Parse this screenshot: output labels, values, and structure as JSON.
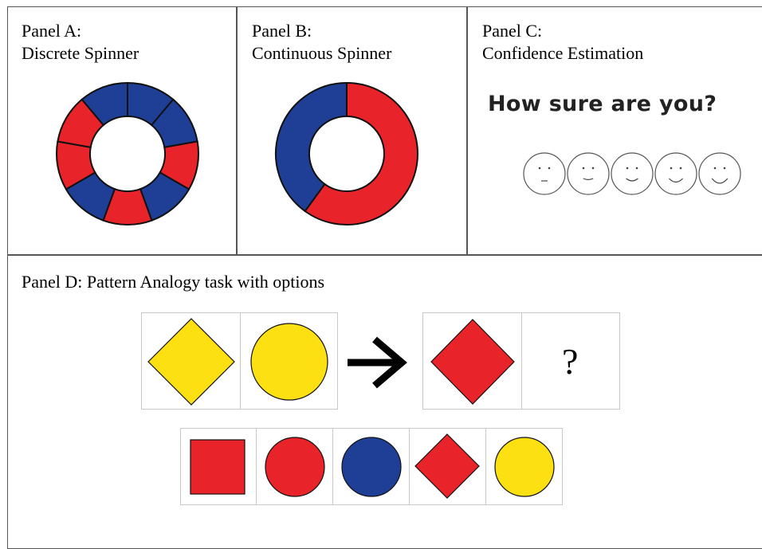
{
  "colors": {
    "red": "#e8232a",
    "blue": "#1f3f96",
    "yellow": "#fde012",
    "outline": "#111111",
    "grid": "#555555"
  },
  "panel_a": {
    "title_line1": "Panel A:",
    "title_line2": "Discrete Spinner",
    "segments": [
      "blue",
      "blue",
      "red",
      "blue",
      "red",
      "blue",
      "red",
      "red",
      "blue"
    ]
  },
  "panel_b": {
    "title_line1": "Panel B:",
    "title_line2": "Continuous Spinner",
    "red_fraction": 0.6
  },
  "panel_c": {
    "title_line1": "Panel C:",
    "title_line2": "Confidence Estimation",
    "question": "How sure are you?",
    "faces": [
      "face-neutral-icon",
      "face-slight-smile-icon",
      "face-smile-icon",
      "face-bigger-smile-icon",
      "face-big-smile-icon"
    ]
  },
  "panel_d": {
    "title": "Panel D: Pattern Analogy task with options",
    "analogy": [
      "yellow-diamond",
      "yellow-circle",
      "red-diamond"
    ],
    "unknown": "?",
    "options": [
      "red-square",
      "red-circle",
      "blue-circle",
      "red-diamond",
      "yellow-circle"
    ]
  }
}
